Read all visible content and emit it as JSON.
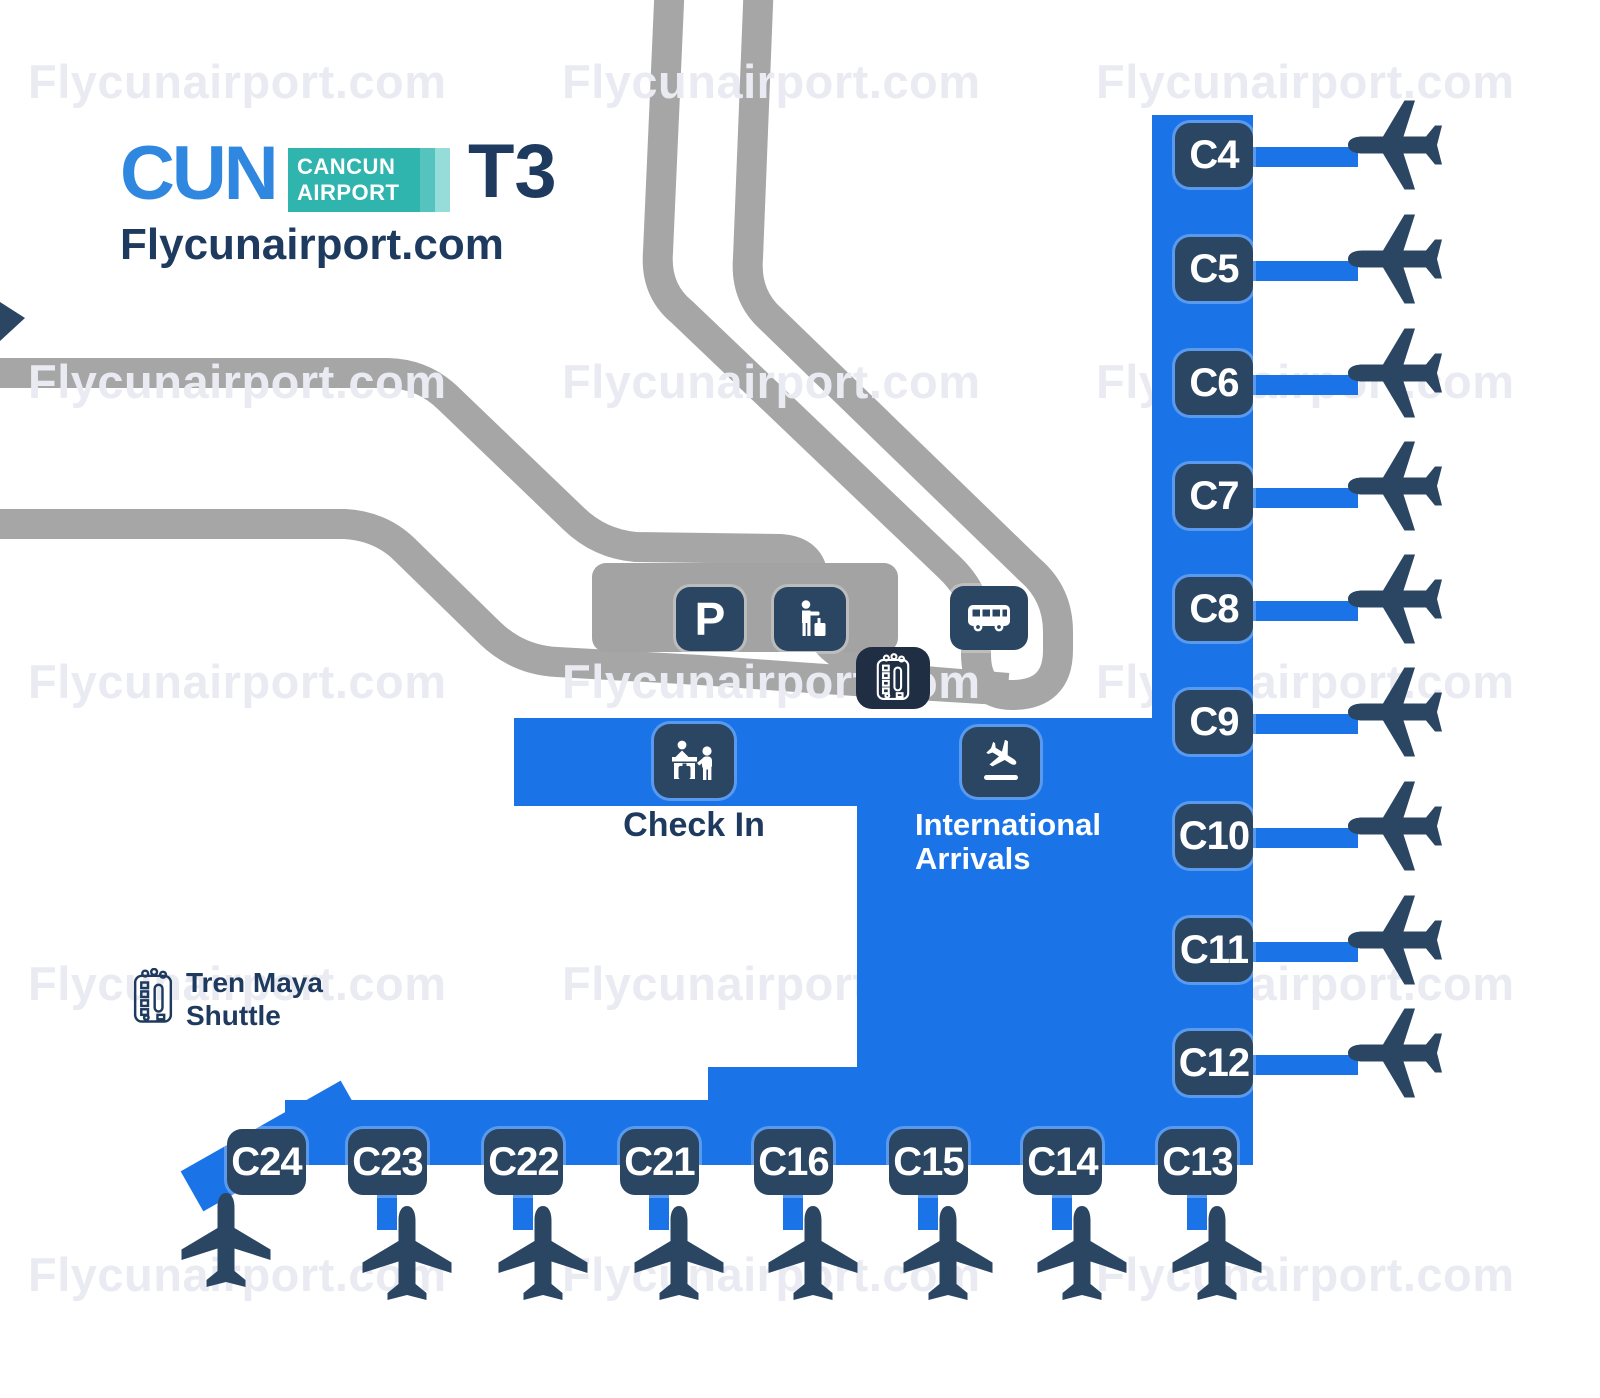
{
  "page": {
    "title": "Cancun Airport Terminal 3 Map"
  },
  "logo": {
    "airport_code": "CUN",
    "airport_name_line1": "CANCUN",
    "airport_name_line2": "AIRPORT",
    "terminal": "T3",
    "website": "Flycunairport.com"
  },
  "watermark": {
    "text": "Flycunairport.com"
  },
  "labels": {
    "check_in": "Check In",
    "international_arrivals_line1": "International",
    "international_arrivals_line2": "Arrivals",
    "tren_maya_line1": "Tren Maya",
    "tren_maya_line2": "Shuttle",
    "parking": "P"
  },
  "gates": {
    "right": [
      {
        "label": "C4"
      },
      {
        "label": "C5"
      },
      {
        "label": "C6"
      },
      {
        "label": "C7"
      },
      {
        "label": "C8"
      },
      {
        "label": "C9"
      },
      {
        "label": "C10"
      },
      {
        "label": "C11"
      },
      {
        "label": "C12"
      }
    ],
    "bottom": [
      {
        "label": "C24"
      },
      {
        "label": "C23"
      },
      {
        "label": "C22"
      },
      {
        "label": "C21"
      },
      {
        "label": "C16"
      },
      {
        "label": "C15"
      },
      {
        "label": "C14"
      },
      {
        "label": "C13"
      }
    ]
  },
  "icons": {
    "parking": "parking-icon",
    "passenger_pickup": "passenger-luggage-icon",
    "shuttle_bus": "bus-icon",
    "tren_maya_badge": "tren-maya-logo-icon",
    "check_in": "check-in-desk-icon",
    "international_arrivals": "arrivals-plane-icon",
    "aircraft": "airplane-icon"
  },
  "colors": {
    "terminal_blue": "#1a74e8",
    "badge_navy": "#2b4663",
    "tren_badge_navy": "#1f2e42",
    "road_gray": "#a6a6a6",
    "parking_gray": "#a3a3a3",
    "logo_blue": "#2f87e0",
    "logo_teal": "#2fb5ae",
    "navy_text": "#1e3a5f",
    "watermark_gray": "#eaebf2"
  }
}
